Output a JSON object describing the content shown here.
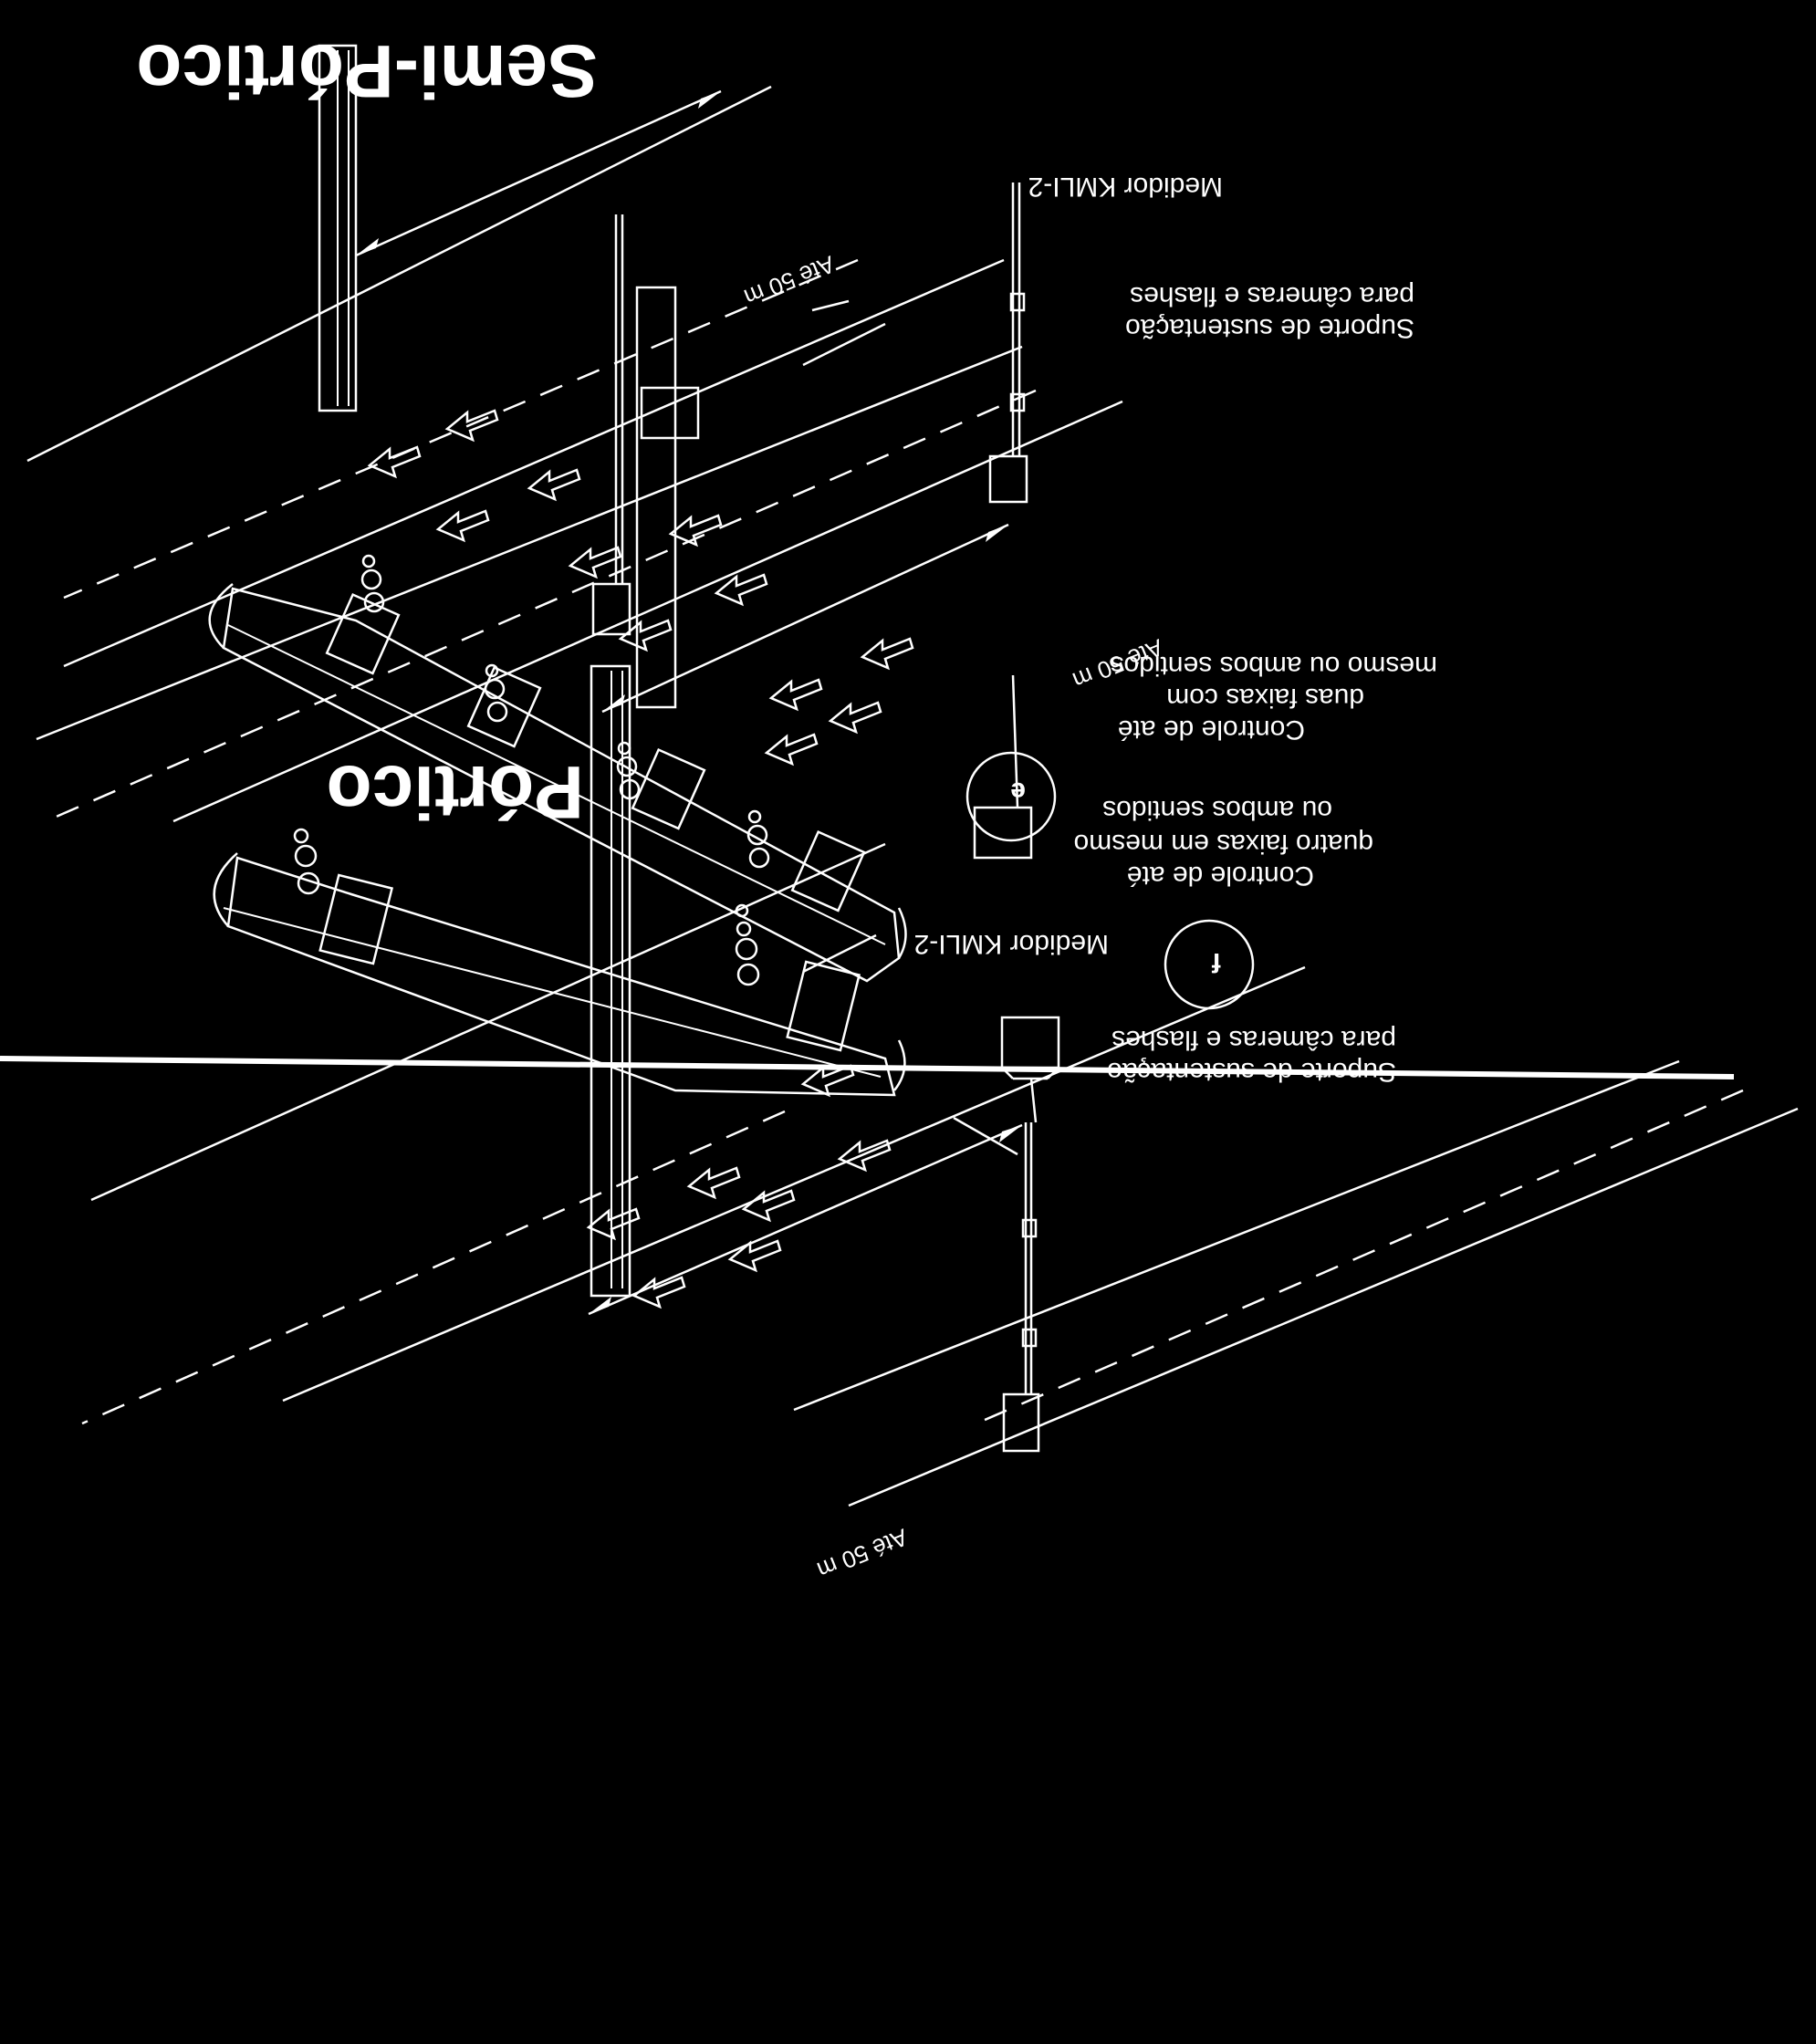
{
  "top": {
    "title": "Pórtico",
    "distance_label": "Até 50 m",
    "distance_label_2": "Até 50 m",
    "support_label_1": "Suporte de sustentação",
    "support_label_2": "para câmeras e flashes",
    "control_label_1": "Controle de até",
    "control_label_2": "quatro faixas em mesmo",
    "control_label_3": "ou ambos sentidos",
    "meter_label": "Medidor KMLI-2",
    "badge": "f"
  },
  "bottom": {
    "title": "Semi-Pórtico",
    "distance_label": "Até 50 m",
    "support_label_1": "Suporte de sustentação",
    "support_label_2": "para câmeras e flashes",
    "control_label_1": "Controle de até",
    "control_label_2": "duas faixas com",
    "control_label_3": "mesmo ou ambos sentidos",
    "meter_label": "Medidor KMLI-2",
    "badge": "e"
  },
  "colors": {
    "background": "#000000",
    "ink": "#ffffff"
  }
}
